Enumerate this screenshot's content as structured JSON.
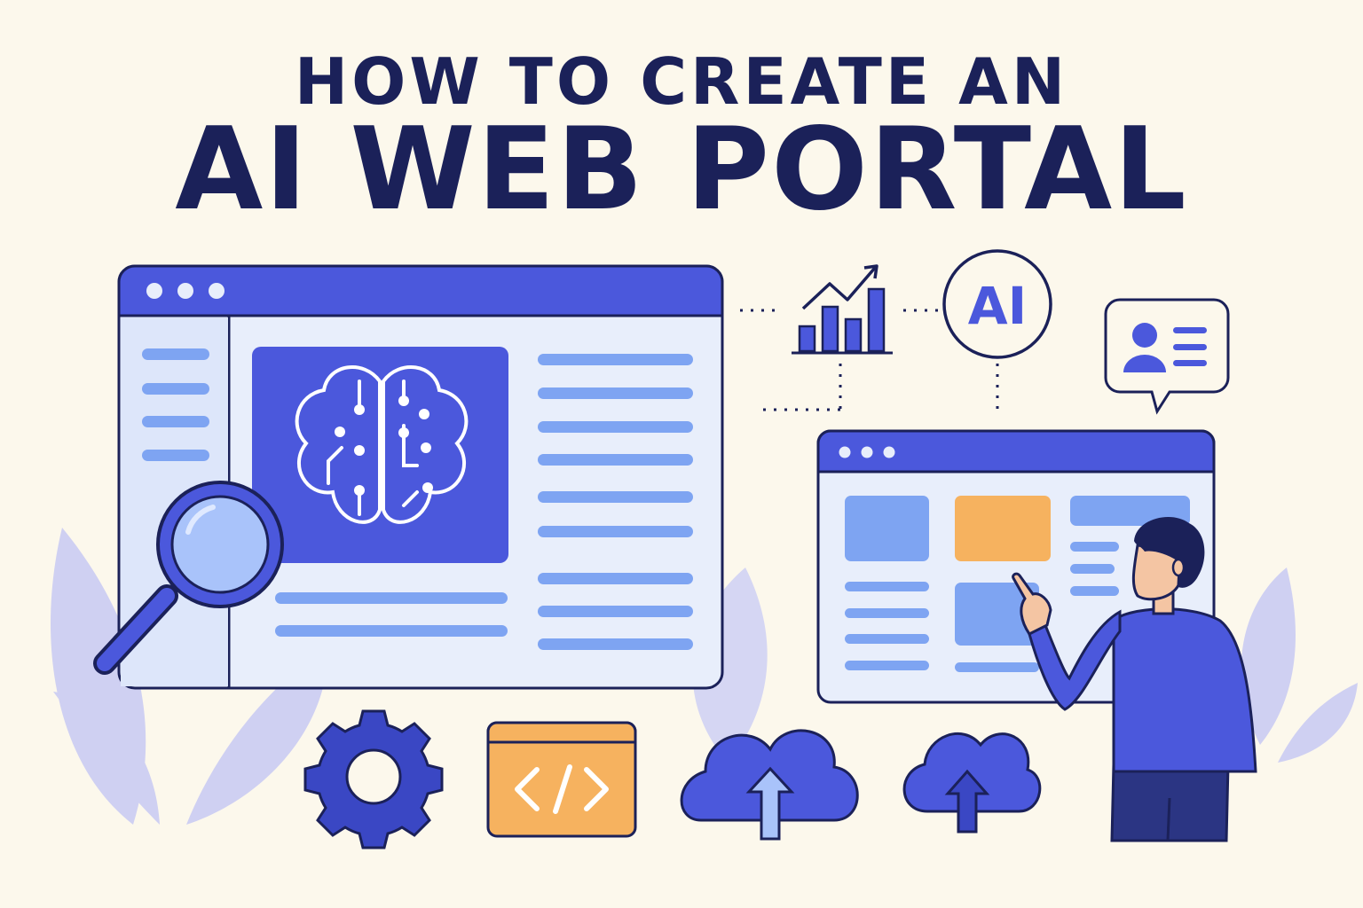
{
  "title": {
    "line1": "HOW TO CREATE AN",
    "line2": "AI WEB PORTAL"
  },
  "ai_badge": {
    "label": "AI"
  },
  "colors": {
    "background": "#fcf8ec",
    "navy": "#1b2159",
    "primary": "#4b58dc",
    "light_blue": "#7ea4f2",
    "panel": "#e8eefb",
    "orange": "#f6b25f",
    "leaf": "#c9c9ef"
  },
  "icons": [
    "brain-icon",
    "magnifier-icon",
    "bar-chart-icon",
    "ai-badge-icon",
    "user-card-chat-icon",
    "gear-icon",
    "code-window-icon",
    "cloud-upload-icon",
    "cloud-upload-small-icon",
    "person-illustration"
  ]
}
